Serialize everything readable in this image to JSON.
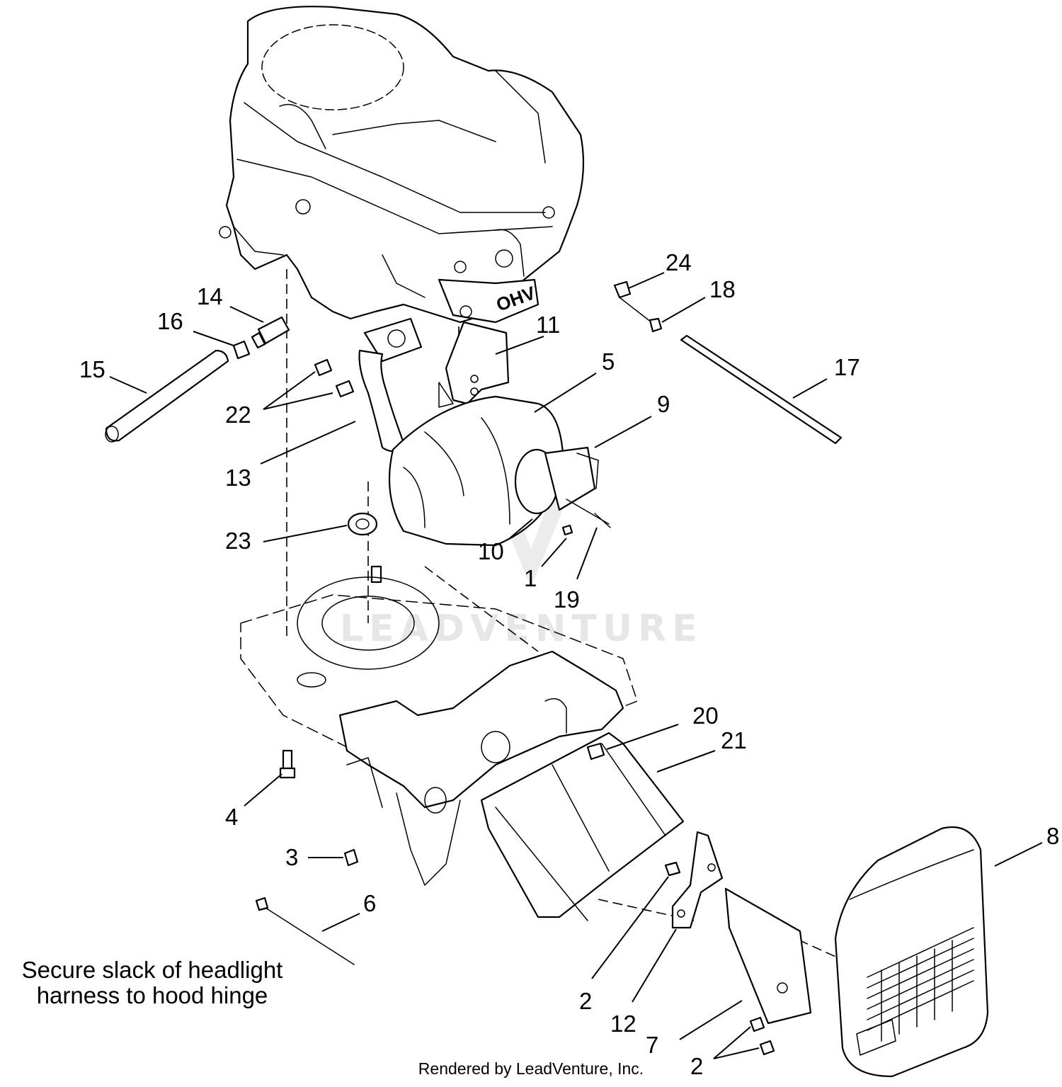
{
  "watermark": "LEADVENTURE",
  "note_lines": [
    "Secure slack of headlight",
    "harness to hood hinge"
  ],
  "credit": "Rendered by LeadVenture, Inc.",
  "engine_label": "OHV",
  "callouts": [
    {
      "id": "c24",
      "label": "24"
    },
    {
      "id": "c18",
      "label": "18"
    },
    {
      "id": "c14",
      "label": "14"
    },
    {
      "id": "c16",
      "label": "16"
    },
    {
      "id": "c15",
      "label": "15"
    },
    {
      "id": "c11",
      "label": "11"
    },
    {
      "id": "c5",
      "label": "5"
    },
    {
      "id": "c17",
      "label": "17"
    },
    {
      "id": "c9",
      "label": "9"
    },
    {
      "id": "c22",
      "label": "22"
    },
    {
      "id": "c13",
      "label": "13"
    },
    {
      "id": "c23",
      "label": "23"
    },
    {
      "id": "c10",
      "label": "10"
    },
    {
      "id": "c1",
      "label": "1"
    },
    {
      "id": "c19",
      "label": "19"
    },
    {
      "id": "c20",
      "label": "20"
    },
    {
      "id": "c21",
      "label": "21"
    },
    {
      "id": "c4",
      "label": "4"
    },
    {
      "id": "c3",
      "label": "3"
    },
    {
      "id": "c8",
      "label": "8"
    },
    {
      "id": "c6",
      "label": "6"
    },
    {
      "id": "c2a",
      "label": "2"
    },
    {
      "id": "c12",
      "label": "12"
    },
    {
      "id": "c7",
      "label": "7"
    },
    {
      "id": "c2b",
      "label": "2"
    }
  ]
}
